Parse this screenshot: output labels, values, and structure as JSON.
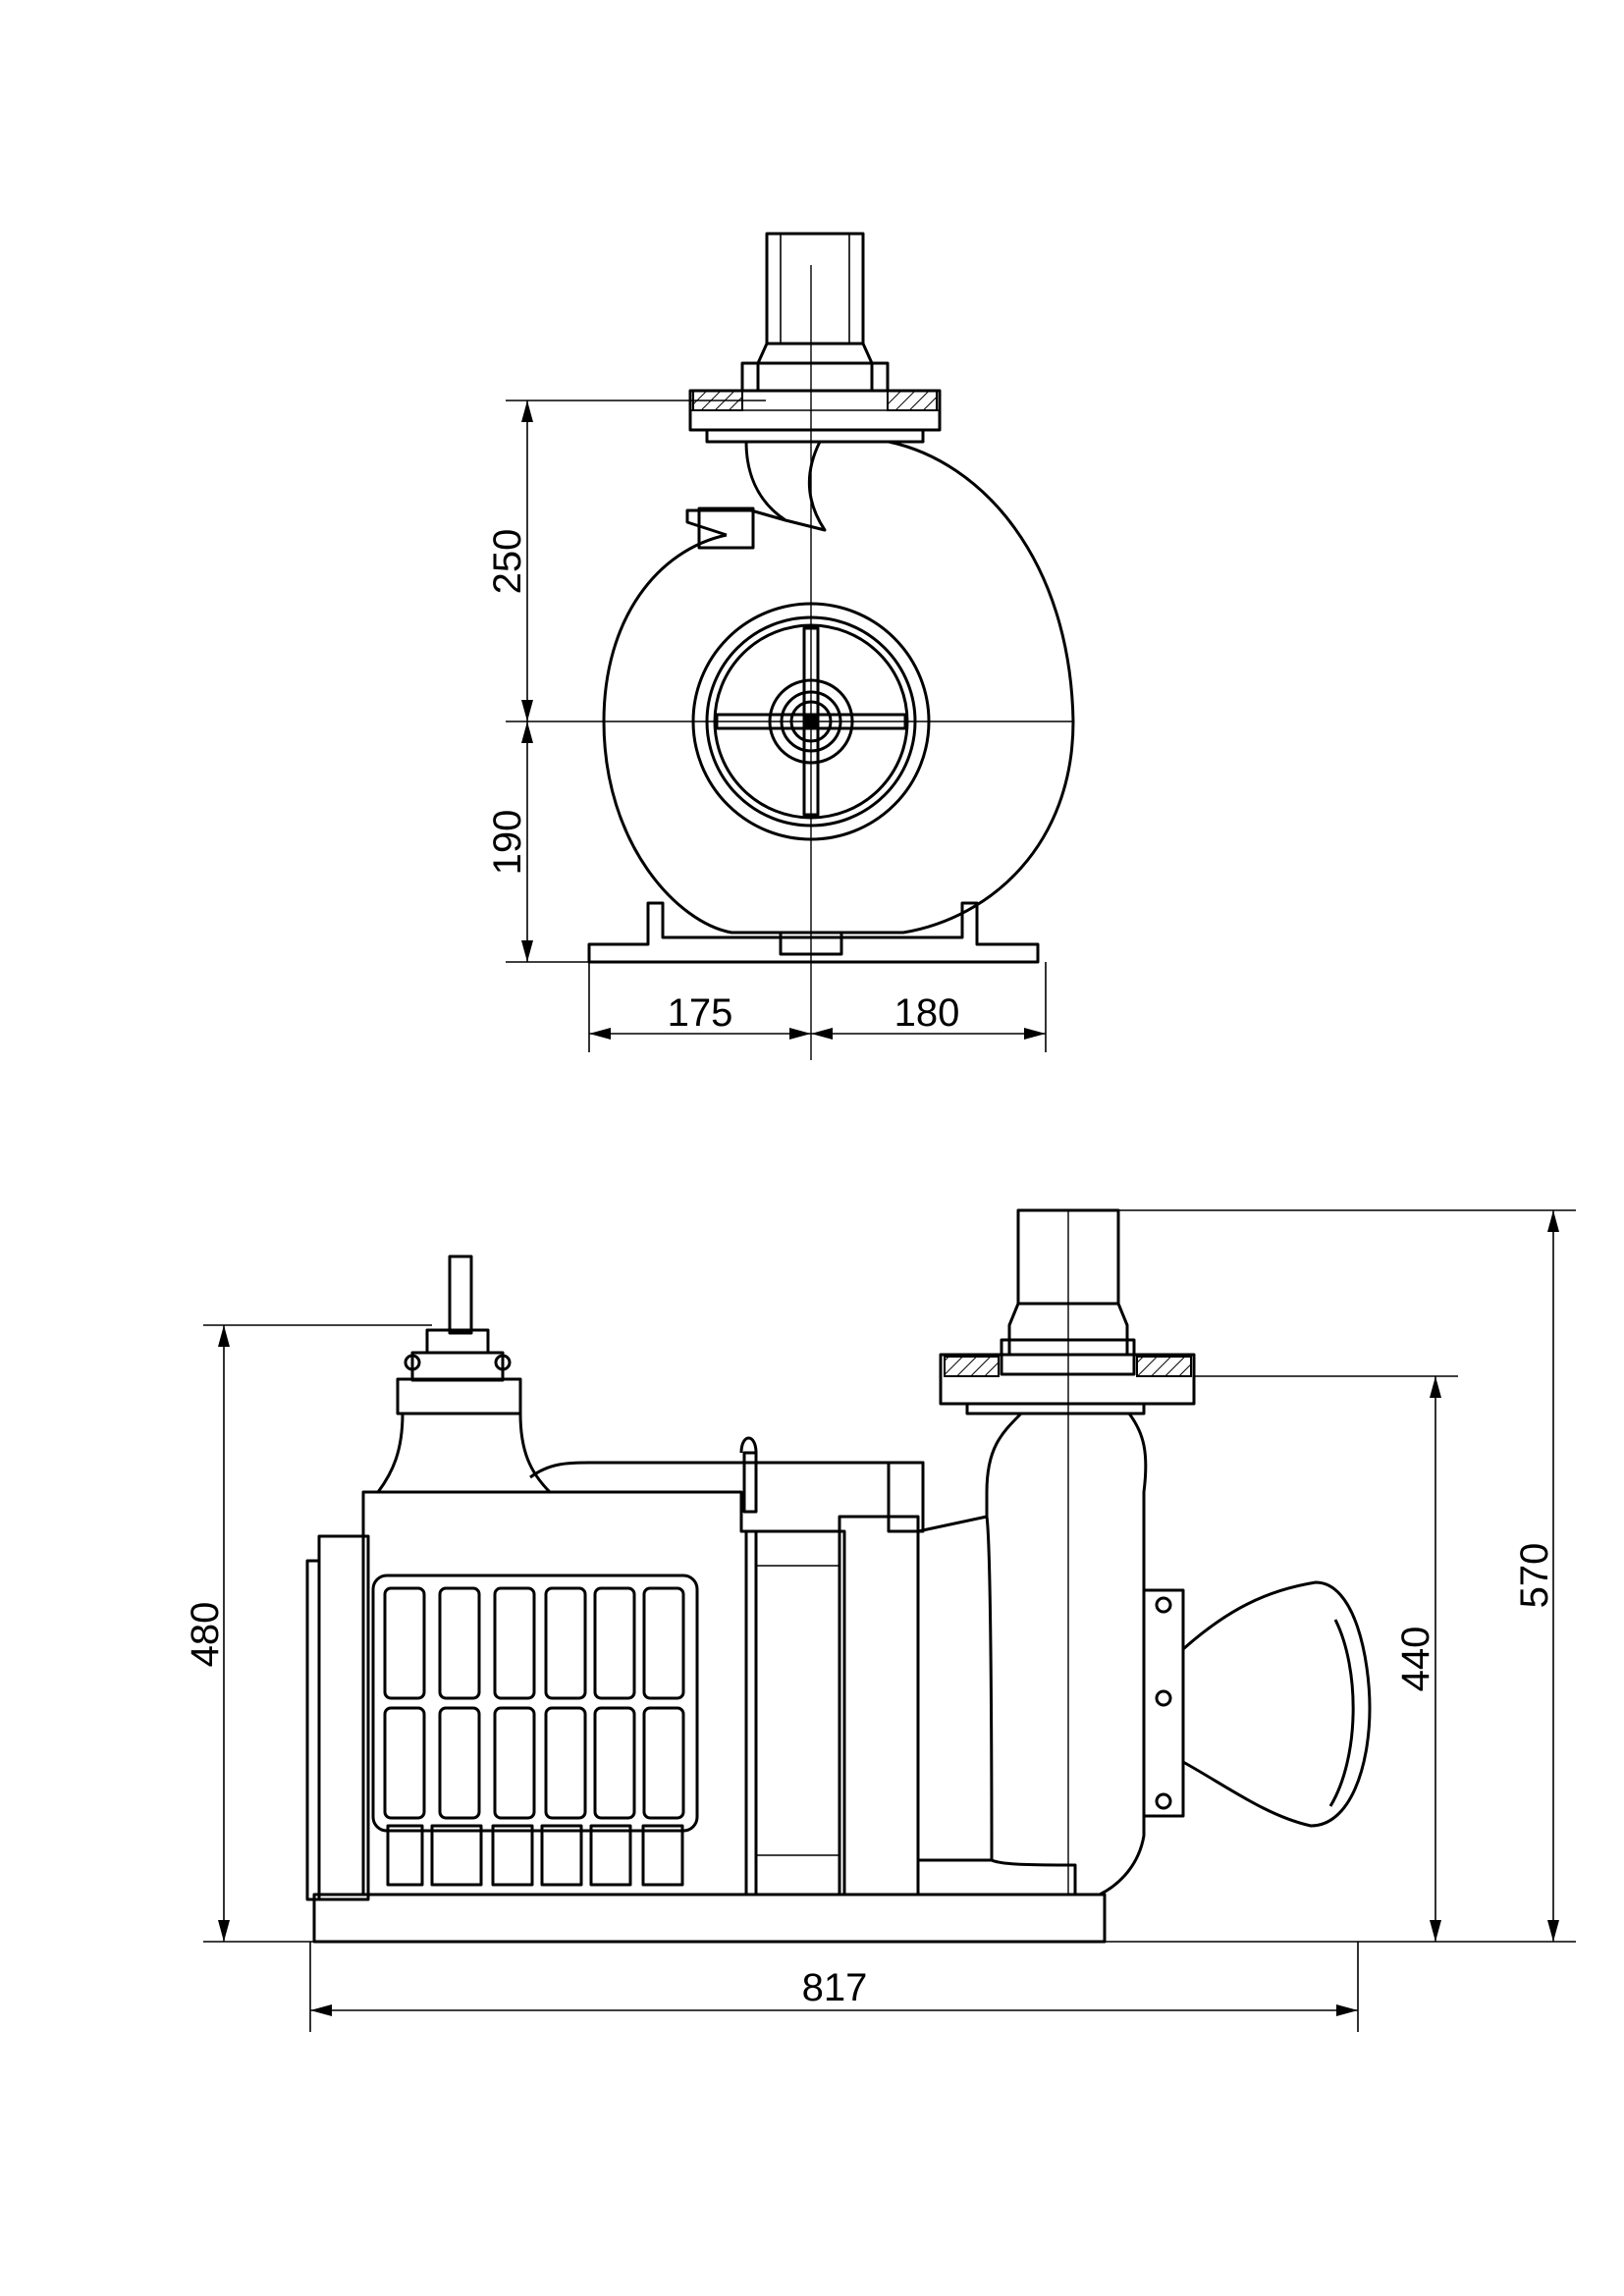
{
  "front_view": {
    "dimensions": {
      "upper_height": "250",
      "lower_height": "190",
      "left_width": "175",
      "right_width": "180"
    }
  },
  "side_view": {
    "dimensions": {
      "motor_height": "480",
      "outlet_flange_height": "440",
      "overall_height": "570",
      "overall_length": "817"
    }
  }
}
